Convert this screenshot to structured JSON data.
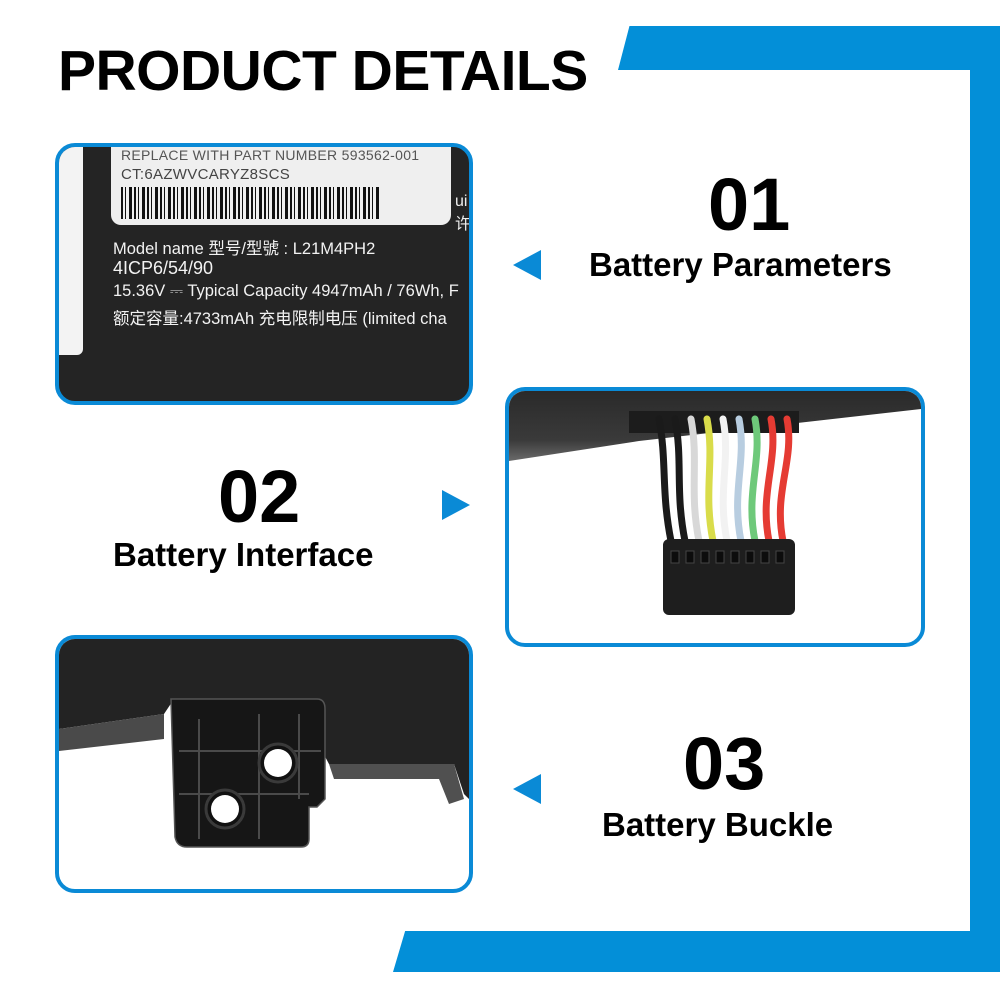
{
  "header": {
    "title": "PRODUCT DETAILS"
  },
  "colors": {
    "accent": "#038fd8",
    "panel_border": "#0a8ad6",
    "text": "#000000"
  },
  "sections": [
    {
      "number": "01",
      "label": "Battery Parameters",
      "arrow": "triangle-left-icon",
      "image": "battery-label-closeup"
    },
    {
      "number": "02",
      "label": "Battery Interface",
      "arrow": "triangle-right-icon",
      "image": "battery-connector-closeup"
    },
    {
      "number": "03",
      "label": "Battery Buckle",
      "arrow": "triangle-left-icon",
      "image": "battery-mounting-tab-closeup"
    }
  ],
  "battery_label": {
    "sticker_line1": "REPLACE WITH PART NUMBER   593562-001",
    "sticker_line2": "CT:6AZWVCARYZ8SCS",
    "edge_text_1": "ui",
    "edge_text_2": "许",
    "model_line": "Model name 型号/型號 :  L21M4PH2",
    "cell_line": "4ICP6/54/90",
    "capacity_line": "15.36V ⎓ Typical Capacity 4947mAh / 76Wh, F",
    "rated_line": "额定容量:4733mAh  充电限制电压  (limited cha"
  },
  "connector": {
    "wire_colors": [
      "#1a1a1a",
      "#1a1a1a",
      "#d8d8d8",
      "#d9dc4a",
      "#f2f2f2",
      "#b8cde0",
      "#6ec97a",
      "#e53b33",
      "#e53b33"
    ],
    "pin_count": 8
  }
}
